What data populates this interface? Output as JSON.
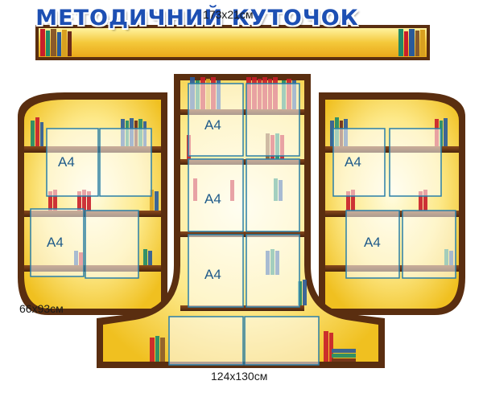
{
  "banner": {
    "title": "МЕТОДИЧНИЙ КУТОЧОК"
  },
  "dimensions": {
    "banner_size": "173x21см",
    "side_size": "66x93см",
    "center_size": "124x130см"
  },
  "pocket_label": "A4",
  "colors": {
    "frame": "#6b3a1a",
    "frame_dark": "#4a240c",
    "gold_light": "#fff6b0",
    "gold": "#f2c230",
    "title_blue": "#1d4fb3",
    "pocket_border": "#2a7fa8"
  }
}
